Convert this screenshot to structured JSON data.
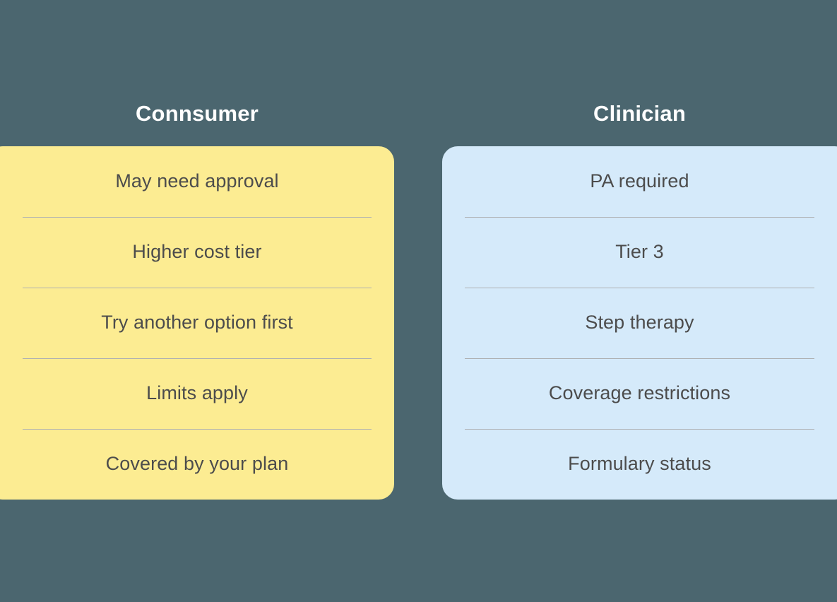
{
  "background_color": "#4b666f",
  "columns": [
    {
      "id": "consumer",
      "header": "Connsumer",
      "card_color": "#fcec92",
      "header_color": "#ffffff",
      "text_color": "#4c4c4c",
      "divider_color": "#aeb0b2",
      "rows": [
        {
          "label": "May need approval"
        },
        {
          "label": "Higher cost tier"
        },
        {
          "label": "Try another option first"
        },
        {
          "label": "Limits apply"
        },
        {
          "label": "Covered by your plan"
        }
      ]
    },
    {
      "id": "clinician",
      "header": "Clinician",
      "card_color": "#d5eafa",
      "header_color": "#ffffff",
      "text_color": "#4c4c4c",
      "divider_color": "#aeb0b2",
      "rows": [
        {
          "label": "PA required"
        },
        {
          "label": "Tier 3"
        },
        {
          "label": "Step therapy"
        },
        {
          "label": "Coverage restrictions"
        },
        {
          "label": "Formulary status"
        }
      ]
    }
  ]
}
